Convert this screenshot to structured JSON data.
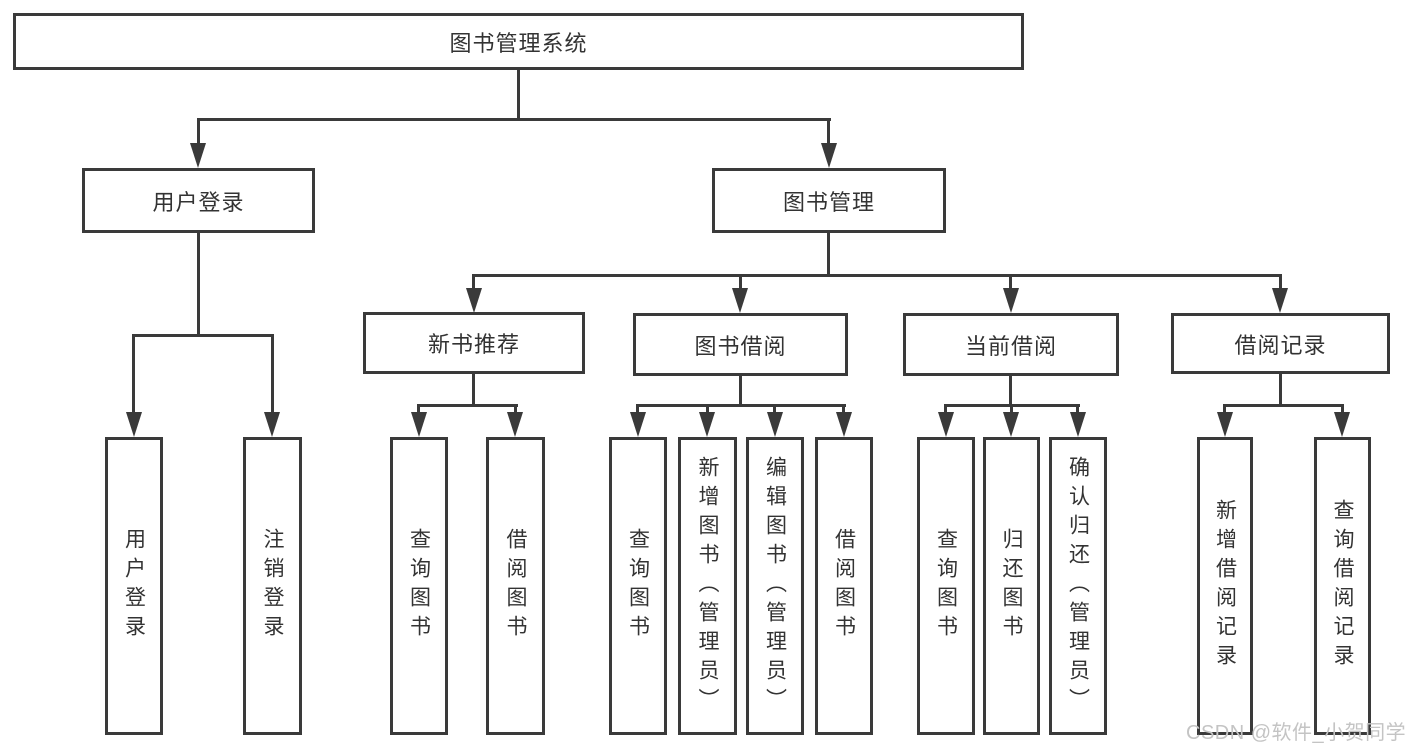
{
  "title": "图书管理系统",
  "watermark": "CSDN @软件_小贺同学",
  "colors": {
    "line": "#3a3a3a",
    "text": "#333333",
    "background": "#ffffff",
    "watermark": "#c4c4c4"
  },
  "tree": {
    "label": "图书管理系统",
    "children": [
      {
        "label": "用户登录",
        "children": [
          {
            "label": "用户登录"
          },
          {
            "label": "注销登录"
          }
        ]
      },
      {
        "label": "图书管理",
        "children": [
          {
            "label": "新书推荐",
            "children": [
              {
                "label": "查询图书"
              },
              {
                "label": "借阅图书"
              }
            ]
          },
          {
            "label": "图书借阅",
            "children": [
              {
                "label": "查询图书"
              },
              {
                "label": "新增图书（管理员）"
              },
              {
                "label": "编辑图书（管理员）"
              },
              {
                "label": "借阅图书"
              }
            ]
          },
          {
            "label": "当前借阅",
            "children": [
              {
                "label": "查询图书"
              },
              {
                "label": "归还图书"
              },
              {
                "label": "确认归还（管理员）"
              }
            ]
          },
          {
            "label": "借阅记录",
            "children": [
              {
                "label": "新增借阅记录"
              },
              {
                "label": "查询借阅记录"
              }
            ]
          }
        ]
      }
    ]
  }
}
